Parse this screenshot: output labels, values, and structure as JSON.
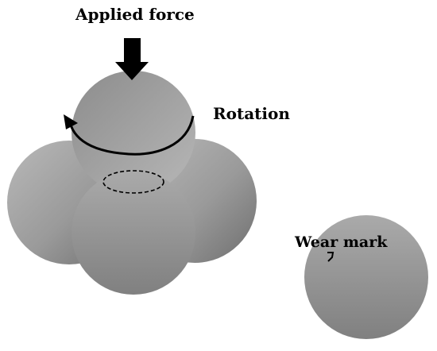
{
  "labels": {
    "applied_force": "Applied force",
    "rotation": "Rotation",
    "wear_mark": "Wear mark"
  },
  "colors": {
    "ball_light": "#b9b9b9",
    "ball_mid": "#9a9a9a",
    "ball_dark": "#6e6e6e",
    "ink": "#000000",
    "background": "#ffffff"
  },
  "icons": {
    "force_arrow": "down-arrow-icon",
    "rotation_arrow": "curved-arrow-icon"
  }
}
